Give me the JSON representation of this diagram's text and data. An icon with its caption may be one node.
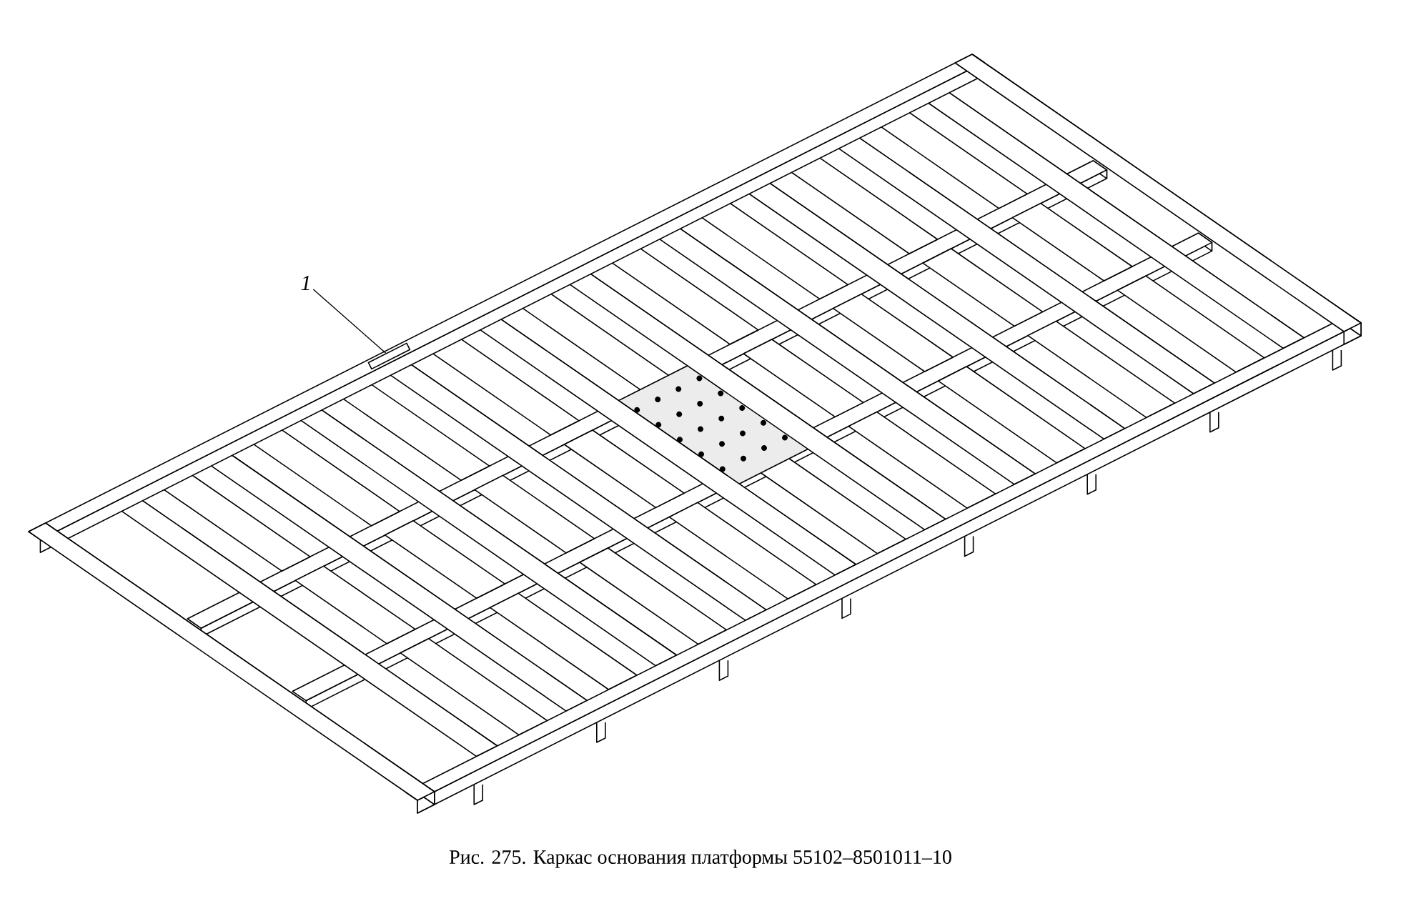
{
  "diagram": {
    "caption": "Рис. 275. Каркас основания платформы 55102–8501011–10",
    "nodes": [
      {
        "text": [
          "1"
        ]
      },
      {
        "text": [],
        "shape": "bar"
      }
    ],
    "edges": [
      {
        "from": 0,
        "to": 1,
        "arrow": "none"
      }
    ]
  }
}
